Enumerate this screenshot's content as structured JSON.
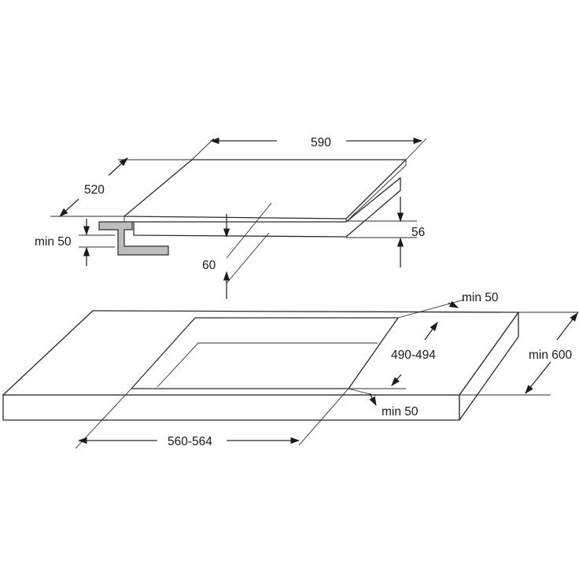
{
  "hob": {
    "width_label": "590",
    "depth_label": "520",
    "height_label": "56",
    "clearance_below_label": "60",
    "bracket_gap_label": "min 50"
  },
  "worktop": {
    "rear_min_label": "min 50",
    "depth_min_label": "min 600",
    "cutout_depth_label": "490-494",
    "front_min_label": "min 50",
    "cutout_width_label": "560-564"
  }
}
